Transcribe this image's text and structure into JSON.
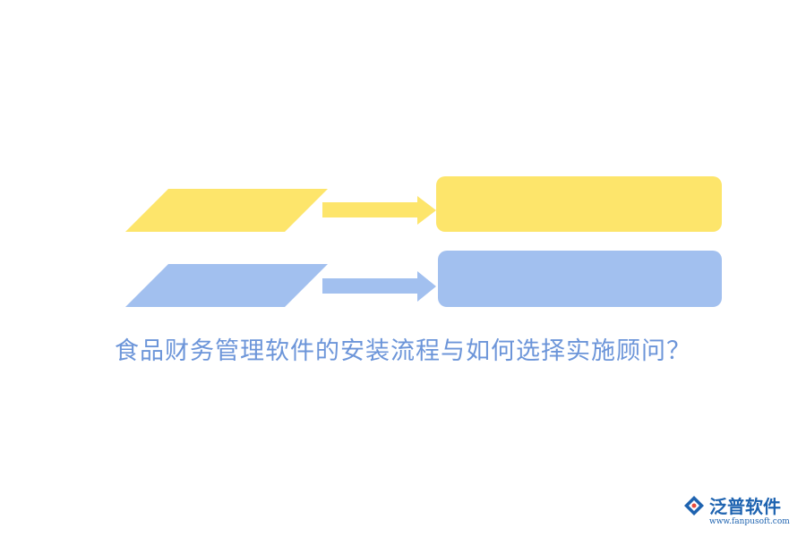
{
  "title": "食品财务管理软件的安装流程与如何选择实施顾问？",
  "colors": {
    "row1": "#fde56b",
    "row2": "#a2c0ef",
    "title": "#6c95d9"
  },
  "logo": {
    "brand_name": "泛普软件",
    "url": "www.fanpusoft.com"
  }
}
